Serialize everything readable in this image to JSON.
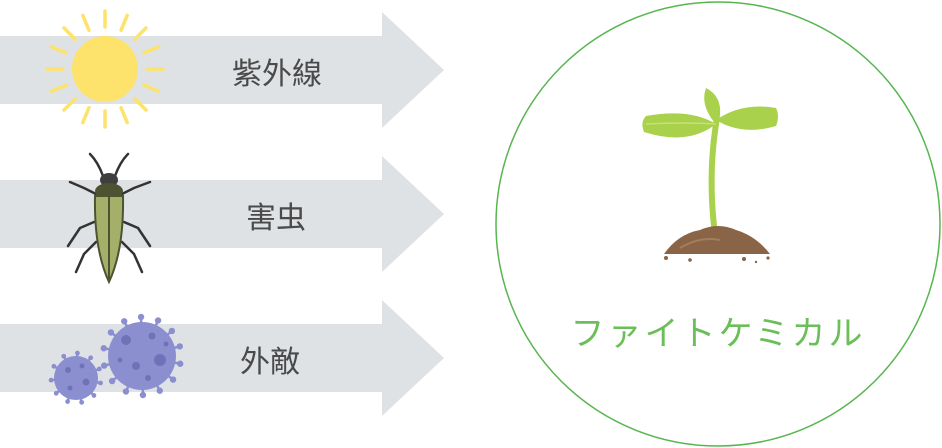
{
  "threats": [
    {
      "label": "紫外線",
      "icon": "sun-icon"
    },
    {
      "label": "害虫",
      "icon": "beetle-icon"
    },
    {
      "label": "外敵",
      "icon": "virus-icon"
    }
  ],
  "result": {
    "label": "ファイトケミカル",
    "icon": "seedling-icon"
  },
  "colors": {
    "arrow": "#dfe2e5",
    "circle_stroke": "#57b550",
    "result_text": "#6abf58",
    "sun": "#fde26b",
    "beetle": "#a4b06a",
    "virus": "#8c8fcf",
    "leaf": "#a9d14b",
    "soil": "#8a6446"
  }
}
